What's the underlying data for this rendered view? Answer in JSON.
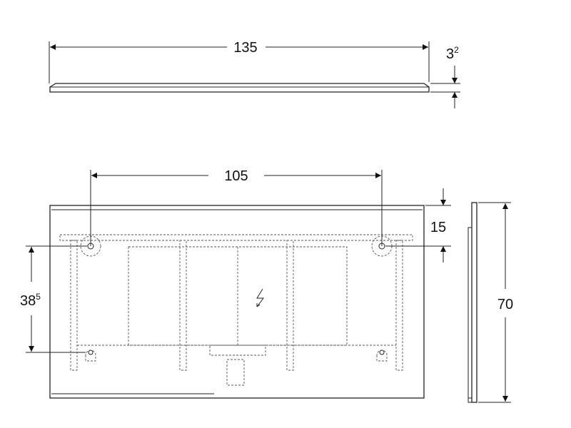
{
  "dimensions": {
    "top_width": "135",
    "thickness_main": "3",
    "thickness_sup": "2",
    "mount_distance": "105",
    "top_offset": "15",
    "vertical_main": "38",
    "vertical_sup": "5",
    "height": "70"
  },
  "icons": {
    "electrical": "lightning-bolt-icon"
  },
  "colors": {
    "line": "#222222",
    "hidden": "#555555",
    "background": "#ffffff"
  }
}
